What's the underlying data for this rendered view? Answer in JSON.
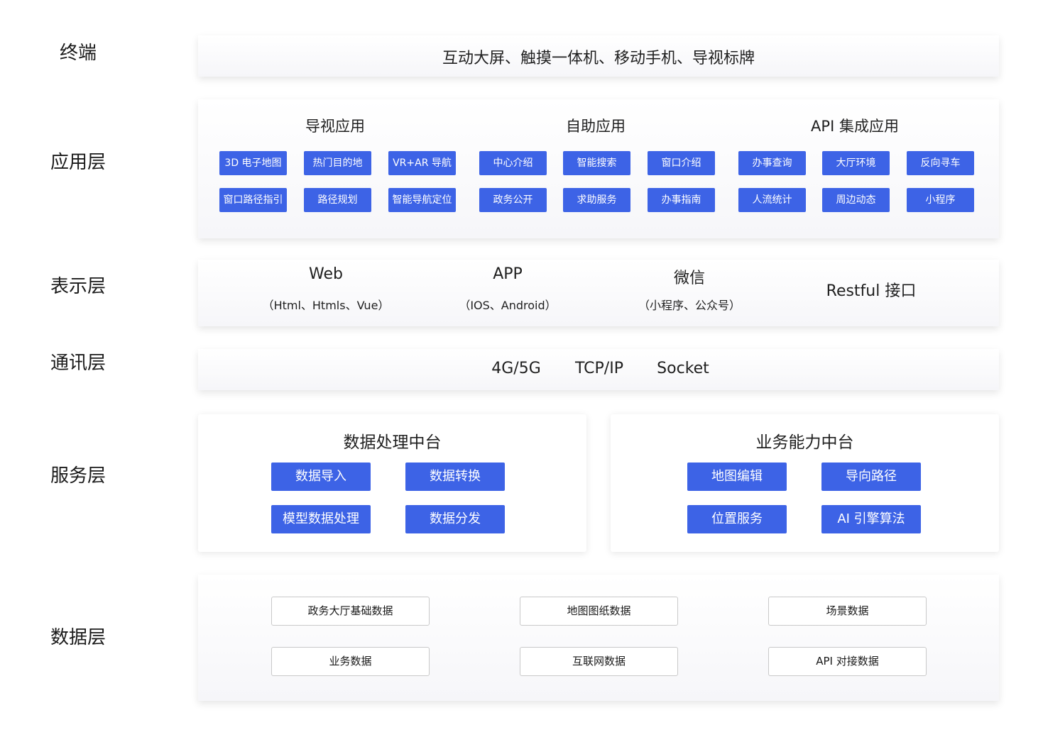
{
  "layers": {
    "terminal": "终端",
    "application": "应用层",
    "presentation": "表示层",
    "communication": "通讯层",
    "service": "服务层",
    "data": "数据层"
  },
  "terminal_text": "互动大屏、触摸一体机、移动手机、导视标牌",
  "application": {
    "groups": [
      {
        "title": "导视应用",
        "items": [
          "3D 电子地图",
          "热门目的地",
          "VR+AR 导航",
          "窗口路径指引",
          "路径规划",
          "智能导航定位"
        ]
      },
      {
        "title": "自助应用",
        "items": [
          "中心介绍",
          "智能搜索",
          "窗口介绍",
          "政务公开",
          "求助服务",
          "办事指南"
        ]
      },
      {
        "title": "API 集成应用",
        "items": [
          "办事查询",
          "大厅环境",
          "反向寻车",
          "人流统计",
          "周边动态",
          "小程序"
        ]
      }
    ]
  },
  "presentation": {
    "items": [
      {
        "title": "Web",
        "sub": "（Html、Htmls、Vue）"
      },
      {
        "title": "APP",
        "sub": "（IOS、Android）"
      },
      {
        "title": "微信",
        "sub": "（小程序、公众号）"
      }
    ],
    "restful": "Restful 接口"
  },
  "communication": [
    "4G/5G",
    "TCP/IP",
    "Socket"
  ],
  "service": {
    "groups": [
      {
        "title": "数据处理中台",
        "items": [
          "数据导入",
          "数据转换",
          "模型数据处理",
          "数据分发"
        ]
      },
      {
        "title": "业务能力中台",
        "items": [
          "地图编辑",
          "导向路径",
          "位置服务",
          "AI 引擎算法"
        ]
      }
    ]
  },
  "data": {
    "items": [
      "政务大厅基础数据",
      "地图图纸数据",
      "场景数据",
      "业务数据",
      "互联网数据",
      "API 对接数据"
    ]
  }
}
